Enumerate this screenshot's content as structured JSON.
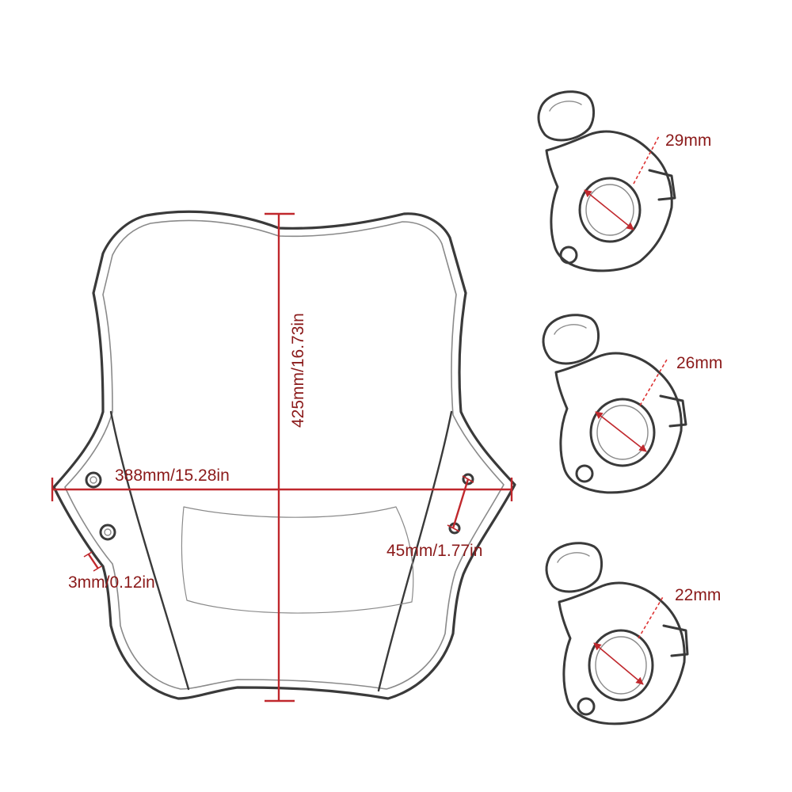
{
  "windshield": {
    "height_label": "425mm/16.73in",
    "width_label": "388mm/15.28in",
    "hole_spacing_label": "45mm/1.77in",
    "thickness_label": "3mm/0.12in"
  },
  "clamps": [
    {
      "label": "29mm"
    },
    {
      "label": "26mm"
    },
    {
      "label": "22mm"
    }
  ],
  "colors": {
    "dimension": "#c0282d",
    "label": "#8b1a1a",
    "outline": "#3a3a3a"
  }
}
